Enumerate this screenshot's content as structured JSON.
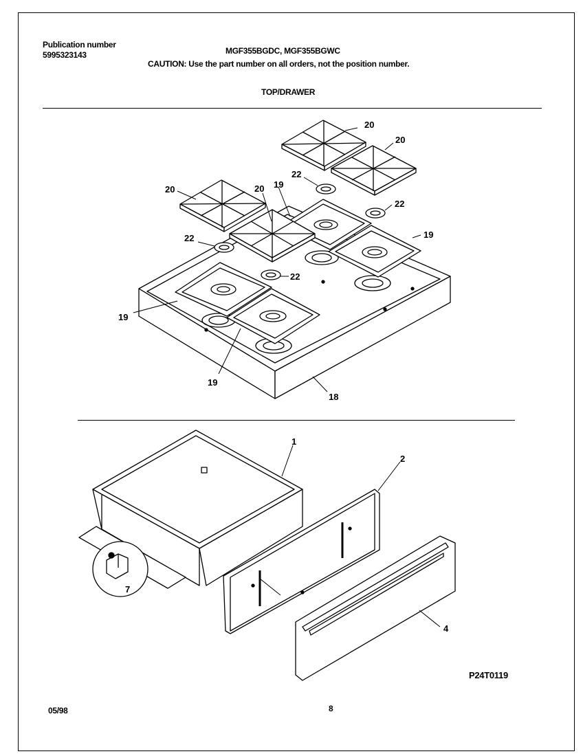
{
  "header": {
    "publication_label": "Publication number",
    "publication_number": "5995323143",
    "models": "MGF355BGDC, MGF355BGWC",
    "caution": "CAUTION:  Use the part number on all orders, not the position number.",
    "section_title": "TOP/DRAWER"
  },
  "callouts": {
    "p1": "1",
    "p2": "2",
    "p4": "4",
    "p7": "7",
    "p18": "18",
    "p19": "19",
    "p20": "20",
    "p22": "22"
  },
  "footer": {
    "figure_code": "P24T0119",
    "date": "05/98",
    "page": "8"
  }
}
